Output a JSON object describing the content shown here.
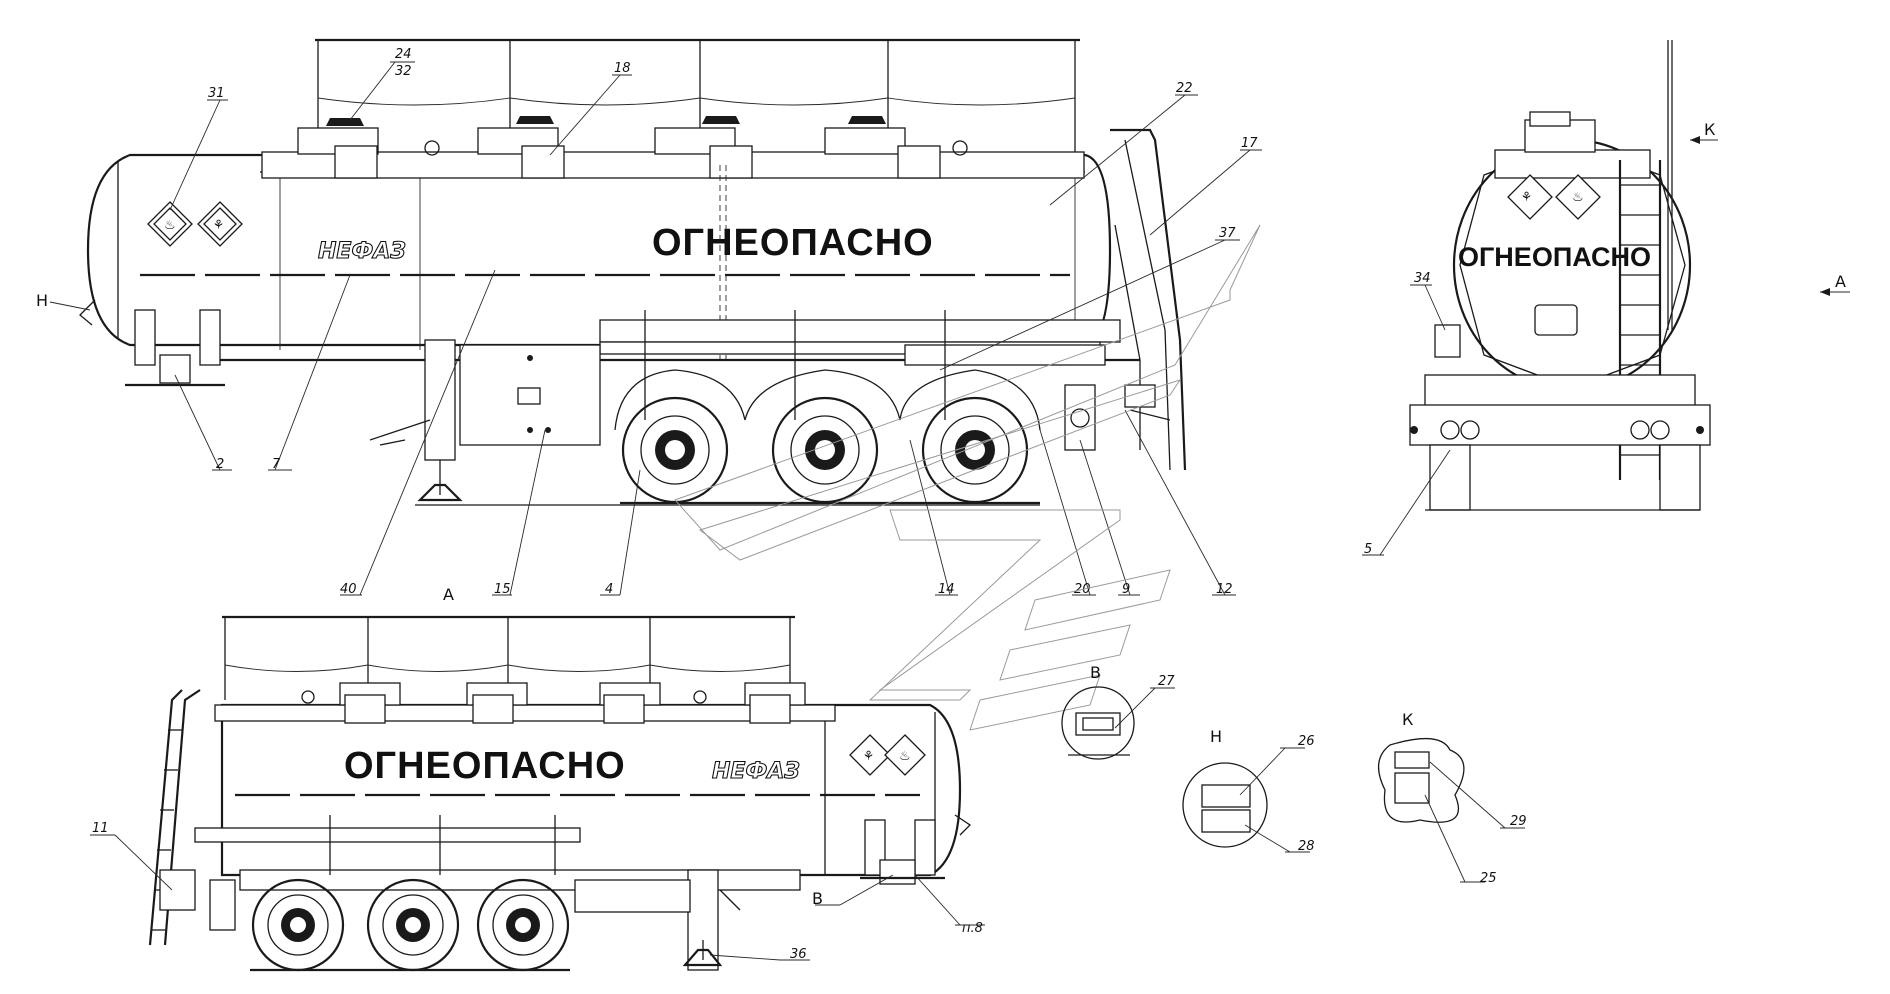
{
  "side_view": {
    "warning_text": "ОГНЕОПАСНО",
    "logo": "НЕФАЗ",
    "callouts": [
      "31",
      "24",
      "32",
      "18",
      "22",
      "17",
      "37",
      "2",
      "7",
      "40",
      "15",
      "4",
      "14",
      "20",
      "9",
      "12"
    ],
    "detail_mark": "Н"
  },
  "rear_view": {
    "warning_text": "ОГНЕОПАСНО",
    "callouts": [
      "34",
      "5"
    ],
    "view_marks": [
      "К",
      "А"
    ]
  },
  "left_view": {
    "title": "А",
    "warning_text": "ОГНЕОПАСНО",
    "logo": "НЕФАЗ",
    "callouts": [
      "11",
      "36",
      "п.8"
    ],
    "detail_mark": "В"
  },
  "details": [
    {
      "title": "В",
      "callouts": [
        "27"
      ]
    },
    {
      "title": "Н",
      "callouts": [
        "26",
        "28"
      ]
    },
    {
      "title": "К",
      "callouts": [
        "29",
        "25"
      ]
    }
  ]
}
